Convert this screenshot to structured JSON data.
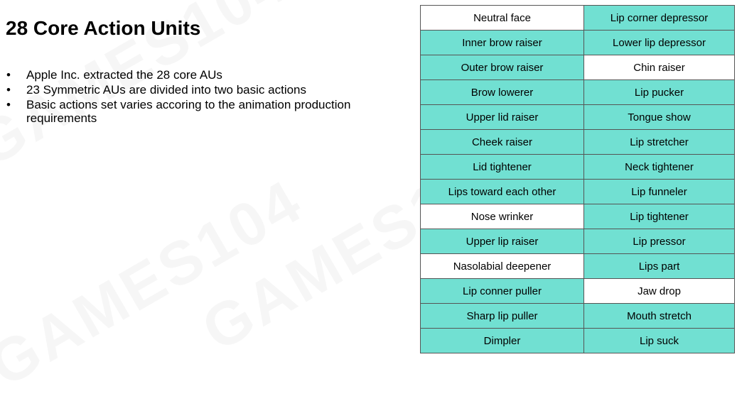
{
  "slide": {
    "title": "28 Core Action Units",
    "bullets": [
      "Apple Inc. extracted the 28 core AUs",
      "23 Symmetric AUs are divided into two basic actions",
      "Basic actions set varies accoring to the animation production requirements"
    ],
    "bullet_glyph": "•"
  },
  "au_table": {
    "teal_color": "#71e0d2",
    "rows": [
      {
        "left": "Neutral face",
        "right": "Lip corner depressor",
        "left_bg": "white",
        "right_bg": "teal"
      },
      {
        "left": "Inner brow raiser",
        "right": "Lower lip depressor",
        "left_bg": "teal",
        "right_bg": "teal"
      },
      {
        "left": "Outer brow raiser",
        "right": "Chin raiser",
        "left_bg": "teal",
        "right_bg": "white"
      },
      {
        "left": "Brow lowerer",
        "right": "Lip pucker",
        "left_bg": "teal",
        "right_bg": "teal"
      },
      {
        "left": "Upper lid raiser",
        "right": "Tongue show",
        "left_bg": "teal",
        "right_bg": "teal"
      },
      {
        "left": "Cheek raiser",
        "right": "Lip stretcher",
        "left_bg": "teal",
        "right_bg": "teal"
      },
      {
        "left": "Lid tightener",
        "right": "Neck tightener",
        "left_bg": "teal",
        "right_bg": "teal"
      },
      {
        "left": "Lips toward each other",
        "right": "Lip funneler",
        "left_bg": "teal",
        "right_bg": "teal"
      },
      {
        "left": "Nose wrinker",
        "right": "Lip tightener",
        "left_bg": "white",
        "right_bg": "teal"
      },
      {
        "left": "Upper lip raiser",
        "right": "Lip pressor",
        "left_bg": "teal",
        "right_bg": "teal"
      },
      {
        "left": "Nasolabial deepener",
        "right": "Lips part",
        "left_bg": "white",
        "right_bg": "teal"
      },
      {
        "left": "Lip conner puller",
        "right": "Jaw drop",
        "left_bg": "teal",
        "right_bg": "white"
      },
      {
        "left": "Sharp lip puller",
        "right": "Mouth stretch",
        "left_bg": "teal",
        "right_bg": "teal"
      },
      {
        "left": "Dimpler",
        "right": "Lip suck",
        "left_bg": "teal",
        "right_bg": "teal"
      }
    ]
  }
}
